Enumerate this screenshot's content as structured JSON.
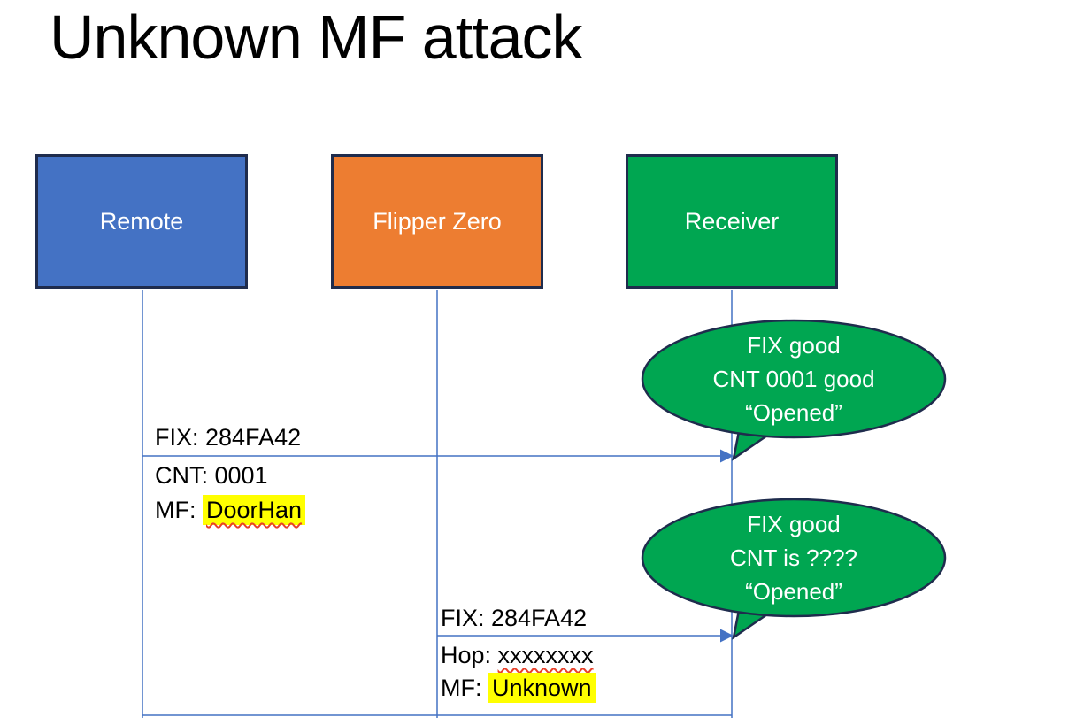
{
  "title": "Unknown MF attack",
  "actors": [
    {
      "label": "Remote",
      "color": "#4472C4"
    },
    {
      "label": "Flipper Zero",
      "color": "#ED7D31"
    },
    {
      "label": "Receiver",
      "color": "#00A651"
    }
  ],
  "message1": {
    "line_above": "FIX: 284FA42",
    "line_below1": "CNT: 0001",
    "line_below2_prefix": "MF: ",
    "line_below2_value": "DoorHan"
  },
  "message2": {
    "line_above": "FIX: 284FA42",
    "line_below1_prefix": "Hop: ",
    "line_below1_value": "xxxxxxxx",
    "line_below2_prefix": "MF: ",
    "line_below2_value": "Unknown"
  },
  "bubble1": {
    "line1": "FIX good",
    "line2": "CNT 0001 good",
    "line3": "“Opened”"
  },
  "bubble2": {
    "line1": "FIX good",
    "line2": "CNT is ????",
    "line3": "“Opened”"
  },
  "colors": {
    "actor_blue": "#4472C4",
    "actor_orange": "#ED7D31",
    "bubble_green": "#00A651",
    "outline_navy": "#1F2C4D",
    "connector_blue": "#4472C4",
    "highlight_yellow": "#FFFF00",
    "squiggle_red": "#E8402A",
    "title_text": "#000000",
    "box_text": "#FFFFFF"
  }
}
